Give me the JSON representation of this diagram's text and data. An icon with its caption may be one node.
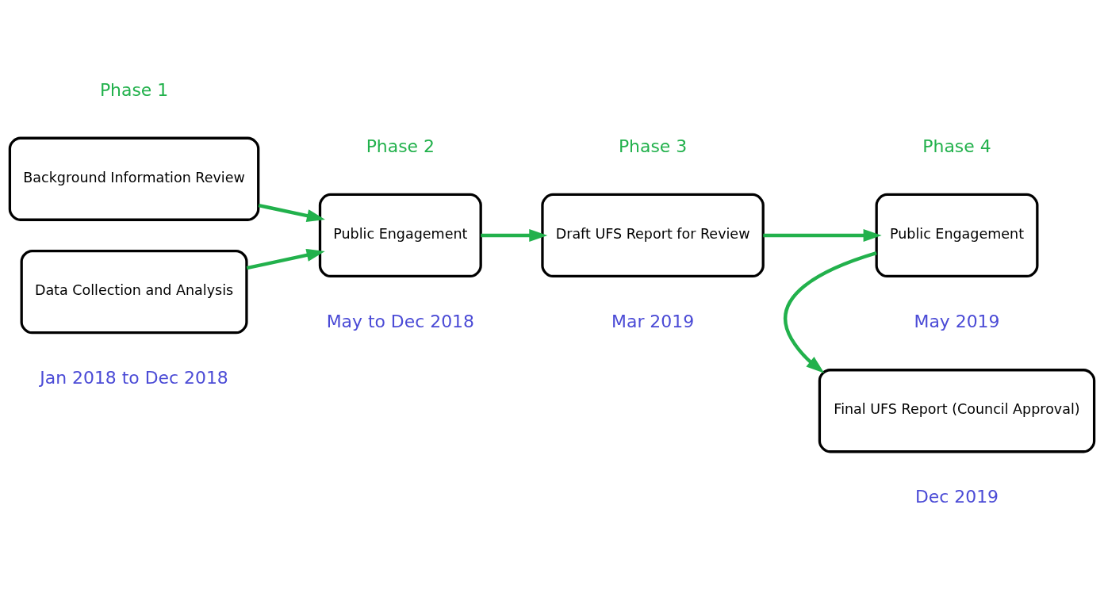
{
  "diagram": {
    "nodes": [
      {
        "text": [
          "Background Information Review"
        ]
      },
      {
        "text": [
          "Data Collection and Analysis"
        ]
      },
      {
        "text": [
          "Public Engagement"
        ]
      },
      {
        "text": [
          "Draft UFS Report for Review"
        ]
      },
      {
        "text": [
          "Public Engagement"
        ]
      },
      {
        "text": [
          "Final UFS Report (Council Approval)"
        ]
      }
    ],
    "edges": [
      {
        "from": 0,
        "to": 2,
        "arrow": "to"
      },
      {
        "from": 1,
        "to": 2,
        "arrow": "to"
      },
      {
        "from": 2,
        "to": 3,
        "arrow": "to"
      },
      {
        "from": 3,
        "to": 4,
        "arrow": "to"
      },
      {
        "from": 4,
        "to": 5,
        "arrow": "to"
      }
    ],
    "labels": [
      "Phase 1",
      "Phase 2",
      "Phase 3",
      "Phase 4",
      "May 2019",
      "Jan 2018 to Dec 2018",
      "May to Dec 2018",
      "Mar 2019",
      "Dec 2019"
    ]
  }
}
